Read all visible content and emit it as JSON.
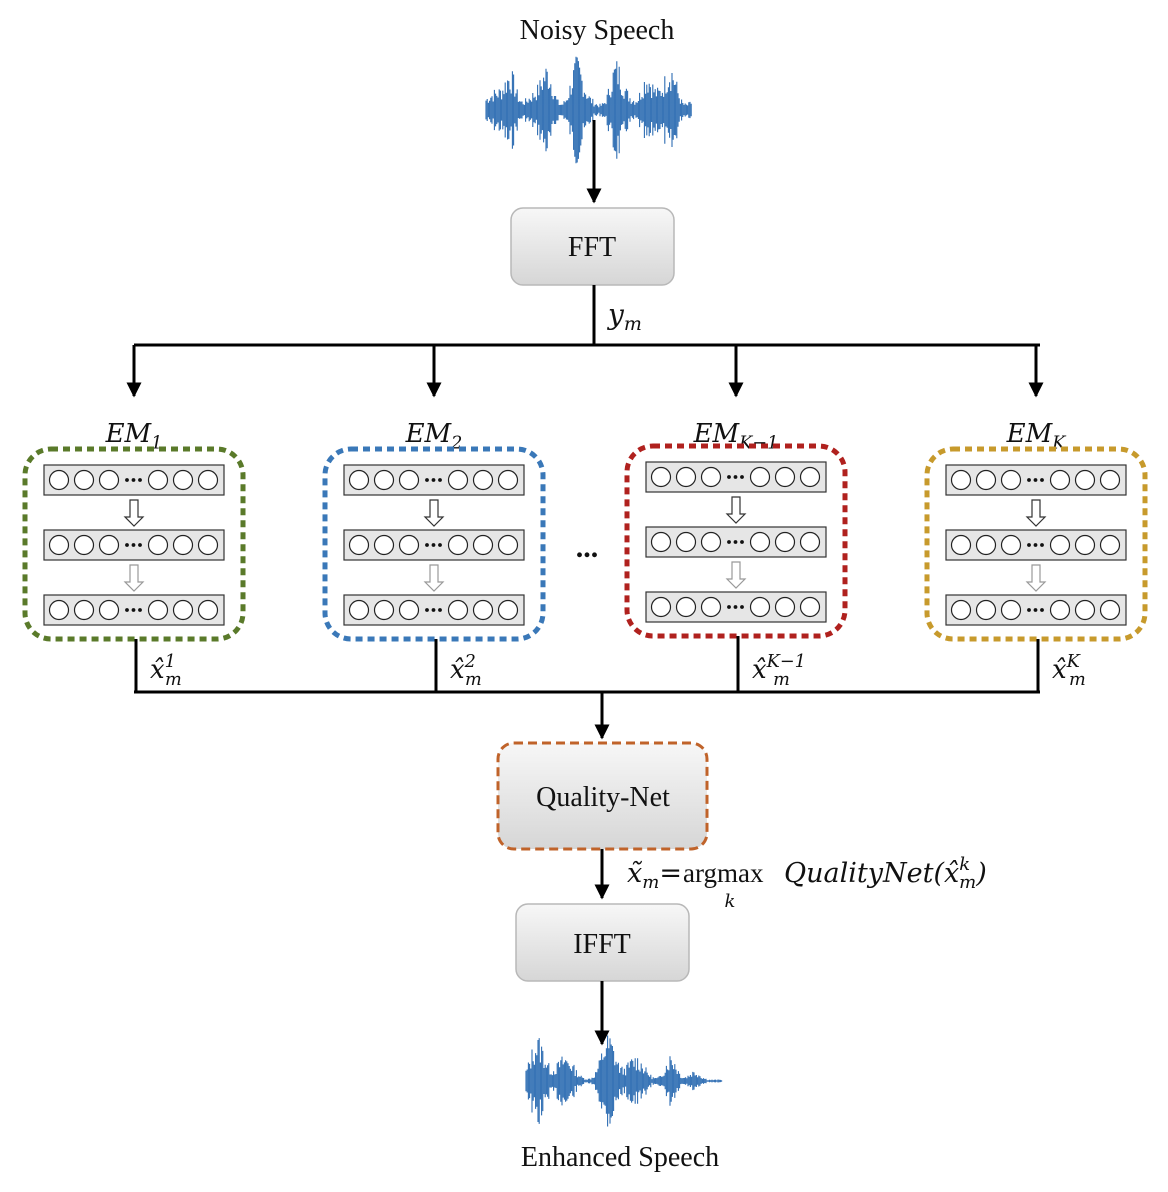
{
  "labels": {
    "input": "Noisy Speech",
    "fft": "FFT",
    "spectrum": "y_m",
    "dots": "...",
    "quality": "Quality-Net",
    "ifft": "IFFT",
    "output": "Enhanced Speech"
  },
  "formula": {
    "lhs": "x̃_m=",
    "op": "argmax",
    "op_sub": "k",
    "rhs": "QualityNet(x̂_m^k)"
  },
  "experts": [
    {
      "name": "EM_1",
      "output": "x̂_m^1",
      "color": "#5a7a2a"
    },
    {
      "name": "EM_2",
      "output": "x̂_m^2",
      "color": "#3a78b8"
    },
    {
      "name": "EM_K−1",
      "output": "x̂_m^K−1",
      "color": "#b0211e"
    },
    {
      "name": "EM_K",
      "output": "x̂_m^K",
      "color": "#c79a2c"
    }
  ],
  "colors": {
    "waveform": "#2e6db3",
    "quality_border": "#c0632a",
    "box_fill": "#e3e3e3",
    "layer_fill": "#e6e6e6"
  },
  "icons": {
    "layer_arrow": "hollow-down-arrow",
    "input_wave": "waveform",
    "output_wave": "waveform"
  }
}
